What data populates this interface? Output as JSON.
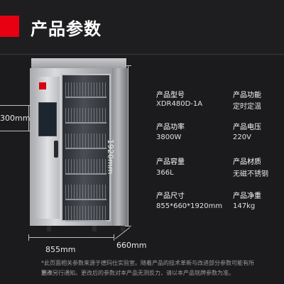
{
  "header": {
    "title": "产品参数"
  },
  "dimensions": {
    "depth": "300mm",
    "height": "1920mm",
    "width": "855mm",
    "side": "660mm"
  },
  "specs": [
    {
      "label": "产品型号",
      "value": "XDR480D-1A"
    },
    {
      "label": "产品功能",
      "value": "定时定温"
    },
    {
      "label": "产品功率",
      "value": "3800W"
    },
    {
      "label": "产品电压",
      "value": "220V"
    },
    {
      "label": "产品容量",
      "value": "366L"
    },
    {
      "label": "产品材质",
      "value": "无磁不锈钢"
    },
    {
      "label": "产品尺寸",
      "value": "855*660*1920mm"
    },
    {
      "label": "产品净重",
      "value": "147kg"
    }
  ],
  "footnote": [
    "*此页面相关参数来源于德玛仕实验室。随着产品的技术革新与改进部分参数可能有所更改",
    "恕不另行通知。更改后的参数对本产品无测反力，请以本产品铭牌参数为准。"
  ]
}
